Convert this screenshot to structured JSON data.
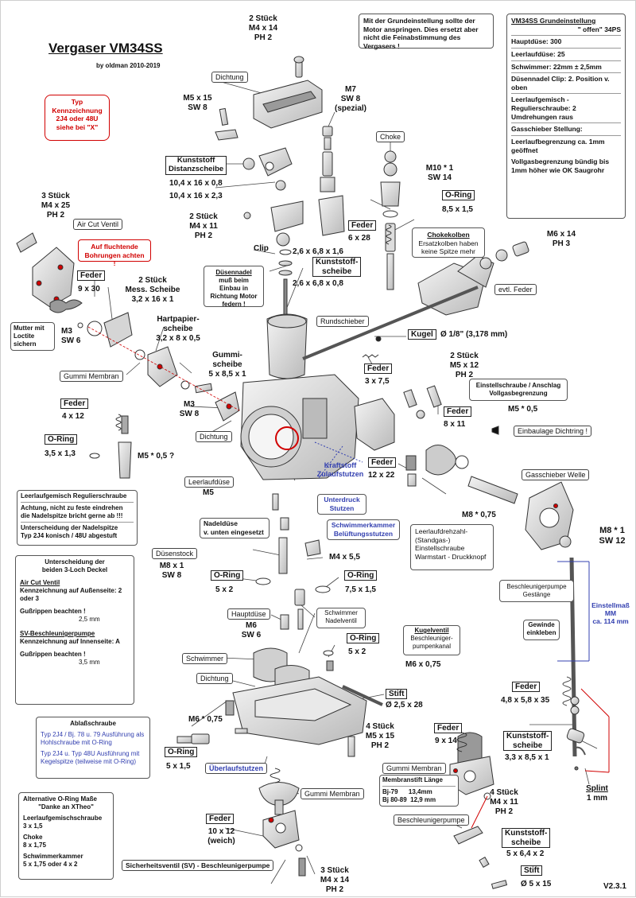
{
  "title": "Vergaser VM34SS",
  "byline": "by oldman 2010-2019",
  "version": "V2.3.1",
  "colors": {
    "red": "#d10000",
    "blue": "#3340b0",
    "part_fill": "#e7e7e7",
    "part_dark": "#6a6a6a"
  },
  "type_note": [
    "Typ",
    "Kennzeichnung",
    "2J4 oder 48U",
    "siehe bei \"X\""
  ],
  "intro_note": "Mit der Grundeinstellung sollte der Motor anspringen. Dies ersetzt aber nicht die Feinabstimmung des Vergasers !",
  "settings": {
    "heading": "VM34SS Grundeinstellung",
    "heading2": "\" offen\" 34PS",
    "items": [
      "Hauptdüse: 300",
      "Leerlaufdüse: 25",
      "Schwimmer: 22mm ± 2,5mm",
      "Düsennadel Clip: 2. Position v. oben",
      "Leerlaufgemisch - Regulierschraube: 2 Umdrehungen raus",
      "Gasschieber Stellung:",
      "Leerlaufbegrenzung ca. 1mm geöffnet",
      "Vollgasbegrenzung bündig bis 1mm höher wie OK Saugrohr"
    ]
  },
  "labels": {
    "stk2_m4x14_ph2": [
      "2 Stück",
      "M4 x 14",
      "PH 2"
    ],
    "dichtung_top": "Dichtung",
    "m5x15": [
      "M5 x 15",
      "SW 8"
    ],
    "m7": [
      "M7",
      "SW 8",
      "(spezial)"
    ],
    "choke": "Choke",
    "m10": [
      "M10 * 1",
      "SW 14"
    ],
    "kunststoff_distanz": [
      "Kunststoff",
      "Distanzscheibe"
    ],
    "distanz_sizes": [
      "10,4 x 16 x 0,8",
      "10,4 x 16 x 2,3"
    ],
    "oring_85": "O-Ring",
    "oring_85_size": "8,5 x 1,5",
    "stk3_m4x25": [
      "3 Stück",
      "M4 x 25",
      "PH 2"
    ],
    "air_cut": "Air Cut Ventil",
    "stk2_m4x11": [
      "2 Stück",
      "M4 x 11",
      "PH 2"
    ],
    "feder_628": "Feder",
    "feder_628_size": "6 x 28",
    "chokekolben": "Chokekolben",
    "chokekolben_note": "Ersatzkolben haben keine Spitze mehr",
    "m6x14": [
      "M6 x 14",
      "PH 3"
    ],
    "flucht_note": "Auf fluchtende Bohrungen achten !",
    "clip": "Clip",
    "clip_size": "2,6 x 6,8 x 1,6",
    "kunststoff_scheibe": [
      "Kunststoff-",
      "scheibe"
    ],
    "kunststoff_scheibe_size": "2,6 x 6,8 x 0,8",
    "feder_930": "Feder",
    "feder_930_size": "9 x 30",
    "stk2_mess": [
      "2 Stück",
      "Mess. Scheibe",
      "3,2 x 16 x 1"
    ],
    "duesennadel": "Düsennadel",
    "duesennadel_note": "muß beim Einbau in Richtung Motor federn !",
    "evtl_feder": "evtl. Feder",
    "mutter_note": [
      "Mutter mit",
      "Loctite",
      "sichern"
    ],
    "m3_sw6": [
      "M3",
      "SW 6"
    ],
    "hartpapier": [
      "Hartpapier-",
      "scheibe",
      "3,2 x 8 x 0,5"
    ],
    "rundschieber": "Rundschieber",
    "kugel": "Kugel",
    "kugel_size": "Ø 1/8\" (3,178 mm)",
    "gummi_membran": "Gummi Membran",
    "gummischeibe": [
      "Gummi-",
      "scheibe",
      "5 x 8,5 x 1"
    ],
    "feder_375": "Feder",
    "feder_375_size": "3 x 7,5",
    "stk2_m5x12": [
      "2 Stück",
      "M5 x 12",
      "PH 2"
    ],
    "einstell_anschlag": [
      "Einstellschraube / Anschlag",
      "Vollgasbegrenzung"
    ],
    "feder_412": "Feder",
    "feder_412_size": "4 x 12",
    "m3_sw8": [
      "M3",
      "SW 8"
    ],
    "dichtung_mid": "Dichtung",
    "m5x05": "M5 * 0,5",
    "feder_811": "Feder",
    "feder_811_size": "8 x 11",
    "einbaulage": "Einbaulage Dichtring !",
    "oring_35": "O-Ring",
    "oring_35_size": "3,5 x 1,3",
    "m5x05q": "M5 * 0,5 ?",
    "kraftstoff": [
      "Kraftstoff",
      "Zulaufstutzen"
    ],
    "feder_1222": "Feder",
    "feder_1222_size": "12 x 22",
    "leerlaufduese": "Leerlaufdüse",
    "m5": "M5",
    "gasschieber_welle": "Gasschieber Welle",
    "unterdruck": [
      "Unterdruck",
      "Stutzen"
    ],
    "schwimmerkammer": [
      "Schwimmerkammer",
      "Belüftungsstutzen"
    ],
    "m8x075": "M8 * 0,75",
    "reg_title": "Leerlaufgemisch Regulierschraube",
    "reg_warn": "Achtung, nicht zu feste eindrehen die Nadelspitze bricht gerne ab !!!",
    "reg_unter": "Unterscheidung der Nadelspitze",
    "reg_typ": "Typ 2J4 konisch / 48U abgestuft",
    "nadelduese": [
      "Nadeldüse",
      "v. unten eingesetzt"
    ],
    "leerlaufdrehzahl": [
      "Leerlaufdrehzahl-",
      "(Standgas-)",
      "Einstellschraube",
      "Warmstart - Druckknopf"
    ],
    "m8x1_sw12": [
      "M8 * 1",
      "SW 12"
    ],
    "duesenstock": "Düsenstock",
    "m8x1_sw8": [
      "M8 x 1",
      "SW 8"
    ],
    "m4x55": "M4 x 5,5",
    "beschl_gestaenge": [
      "Beschleunigerpumpe",
      "Gestänge"
    ],
    "einstellmass": [
      "Einstellmaß",
      "MM",
      "ca. 114 mm"
    ],
    "oring_52": "O-Ring",
    "oring_52_size": "5 x 2",
    "oring_75": "O-Ring",
    "oring_75_size": "7,5 x 1,5",
    "deckel_title": [
      "Unterscheidung der",
      "beiden 3-Loch Deckel"
    ],
    "deckel_aircut": "Air Cut Ventil",
    "deckel_aircut_txt": "Kennzeichnung auf Außenseite: 2 oder 3",
    "deckel_guss1": "Gußrippen beachten !",
    "deckel_mm1": "2,5 mm",
    "deckel_sv": "SV-Beschleunigerpumpe",
    "deckel_sv_txt": "Kennzeichnung auf Innenseite: A",
    "deckel_guss2": "Gußrippen beachten !",
    "deckel_mm2": "3,5 mm",
    "hauptduese": "Hauptdüse",
    "m6_sw6": [
      "M6",
      "SW 6"
    ],
    "schwimmer_nadel": [
      "Schwimmer",
      "Nadelventil"
    ],
    "gewinde": [
      "Gewinde",
      "einkleben"
    ],
    "kugelventil": [
      "Kugelventil",
      "Beschleuniger-",
      "pumpenkanal"
    ],
    "oring_52b": "O-Ring",
    "oring_52b_size": "5 x 2",
    "m6x075": "M6 x 0,75",
    "schwimmer": "Schwimmer",
    "dichtung_low": "Dichtung",
    "stift": "Stift",
    "stift_size": "Ø 2,5 x 28",
    "feder_48": "Feder",
    "feder_48_size": "4,8 x 5,8 x 35",
    "ablass_title": "Ablaßschraube",
    "ablass_1": "Typ 2J4 / Bj. 78 u. 79 Ausführung als Hohlschraube mit O-Ring",
    "ablass_2": "Typ 2J4 u. Typ 48U Ausführung mit Kegelspitze (teilweise mit O-Ring)",
    "m6x075b": "M6 * 0,75",
    "stk4_m5x15": [
      "4 Stück",
      "M5 x 15",
      "PH 2"
    ],
    "feder_914": "Feder",
    "feder_914_size": "9 x 14",
    "kunststoff_33": [
      "Kunststoff-",
      "scheibe"
    ],
    "kunststoff_33_size": "3,3 x 8,5 x 1",
    "oring_515": "O-Ring",
    "oring_515_size": "5 x 1,5",
    "ueberlauf": "Überlaufstutzen",
    "gummi_membran2": "Gummi Membran",
    "membran_title": "Membranstift Länge",
    "membran_rows": [
      "Bj-79      13,4mm",
      "Bj 80-89  12,9 mm"
    ],
    "stk4_m4x11": [
      "4 Stück",
      "M4 x 11",
      "PH 2"
    ],
    "splint": [
      "Splint",
      "1 mm"
    ],
    "gummi_membran3": "Gummi Membran",
    "alt_title": "Alternative O-Ring Maße",
    "alt_sub": "\"Danke an XTheo\"",
    "alt_items": [
      "Leerlaufgemischschraube",
      "3 x 1,5",
      "Choke",
      "8 x 1,75",
      "Schwimmerkammer",
      "5 x 1,75  oder 4 x 2"
    ],
    "feder_1012": "Feder",
    "feder_1012_size": [
      "10 x 12",
      "(weich)"
    ],
    "beschl_pumpe": "Beschleunigerpumpe",
    "kunststoff_56": [
      "Kunststoff-",
      "scheibe"
    ],
    "kunststoff_56_size": "5 x 6,4 x 2",
    "sicherheit": "Sicherheitsventil (SV) - Beschleunigerpumpe",
    "stk3_m4x14": [
      "3 Stück",
      "M4 x 14",
      "PH 2"
    ],
    "stift2": "Stift",
    "stift2_size": "Ø 5 x 15"
  }
}
